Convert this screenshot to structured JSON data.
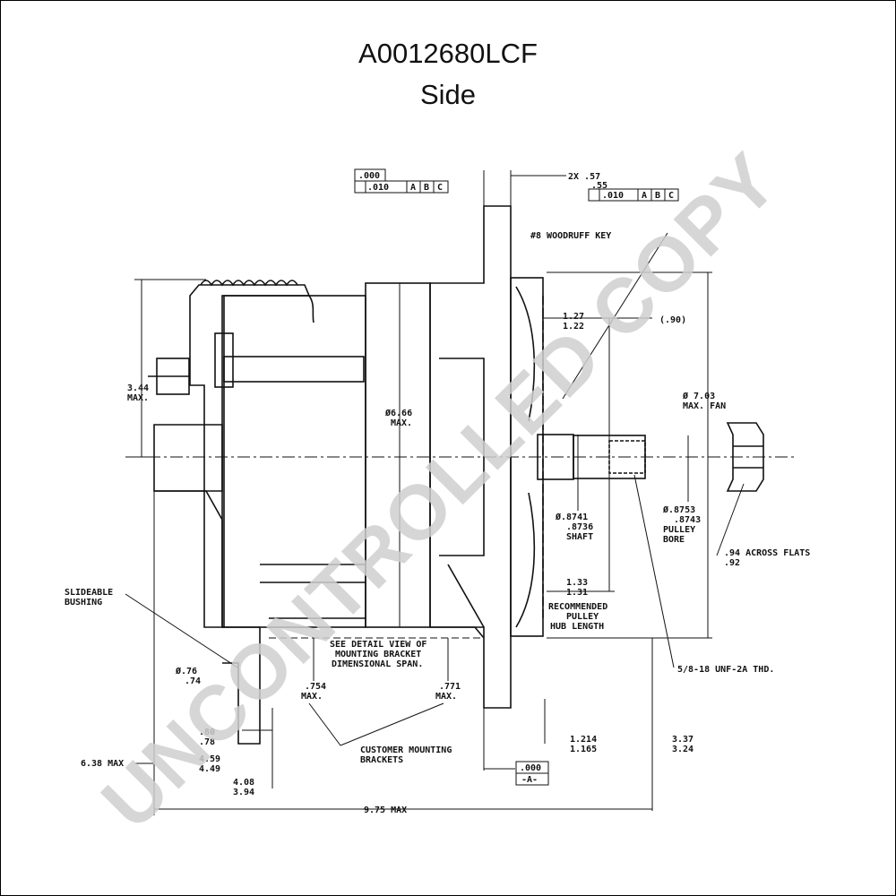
{
  "header": {
    "part_number": "A0012680LCF",
    "view": "Side"
  },
  "watermark": "UNCONTROLLED COPY",
  "dimensions": {
    "tol_top_a": ".000",
    "tol_top_b": ".010",
    "tol_refs_1": "A",
    "tol_refs_2": "B",
    "tol_refs_3": "C",
    "woodruff_width": "2X  .57",
    "woodruff_width_2": ".55",
    "woodruff_tol": ".010",
    "woodruff_key": "#8 WOODRUFF KEY",
    "hub_offset_1": "1.27",
    "hub_offset_2": "1.22",
    "pulley_ref": "(.90)",
    "fan_dia_1": "Ø 7.03",
    "fan_dia_2": "MAX. FAN",
    "height_max_1": "3.44",
    "height_max_2": "MAX.",
    "body_dia_1": "Ø6.66",
    "body_dia_2": "MAX.",
    "shaft_dia_1": "Ø.8741",
    "shaft_dia_2": ".8736",
    "shaft_dia_3": "SHAFT",
    "bore_dia_1": "Ø.8753",
    "bore_dia_2": ".8743",
    "bore_dia_3": "PULLEY",
    "bore_dia_4": "BORE",
    "nut_flats_1": ".94 ACROSS FLATS",
    "nut_flats_2": ".92",
    "hub_len_1": "1.33",
    "hub_len_2": "1.31",
    "hub_len_3": "RECOMMENDED",
    "hub_len_4": "PULLEY",
    "hub_len_5": "HUB LENGTH",
    "thread": "5/8-18 UNF-2A THD.",
    "bushing_1": "SLIDEABLE",
    "bushing_2": "BUSHING",
    "detail_1": "SEE DETAIL VIEW OF",
    "detail_2": "MOUNTING BRACKET",
    "detail_3": "DIMENSIONAL SPAN.",
    "bush_dia_1": "Ø.76",
    "bush_dia_2": ".74",
    "bracket_a_1": ".754",
    "bracket_a_2": "MAX.",
    "bracket_b_1": ".771",
    "bracket_b_2": "MAX.",
    "small_1": ".80",
    "small_2": ".78",
    "small_3": "4.59",
    "small_4": "4.49",
    "customer_1": "CUSTOMER MOUNTING",
    "customer_2": "BRACKETS",
    "overall_a": "6.38 MAX",
    "span_1": "4.08",
    "span_2": "3.94",
    "flange_1": "1.214",
    "flange_2": "1.165",
    "front_1": "3.37",
    "front_2": "3.24",
    "datum_1": ".000",
    "datum_2": "-A-",
    "overall_b": "9.75 MAX"
  }
}
